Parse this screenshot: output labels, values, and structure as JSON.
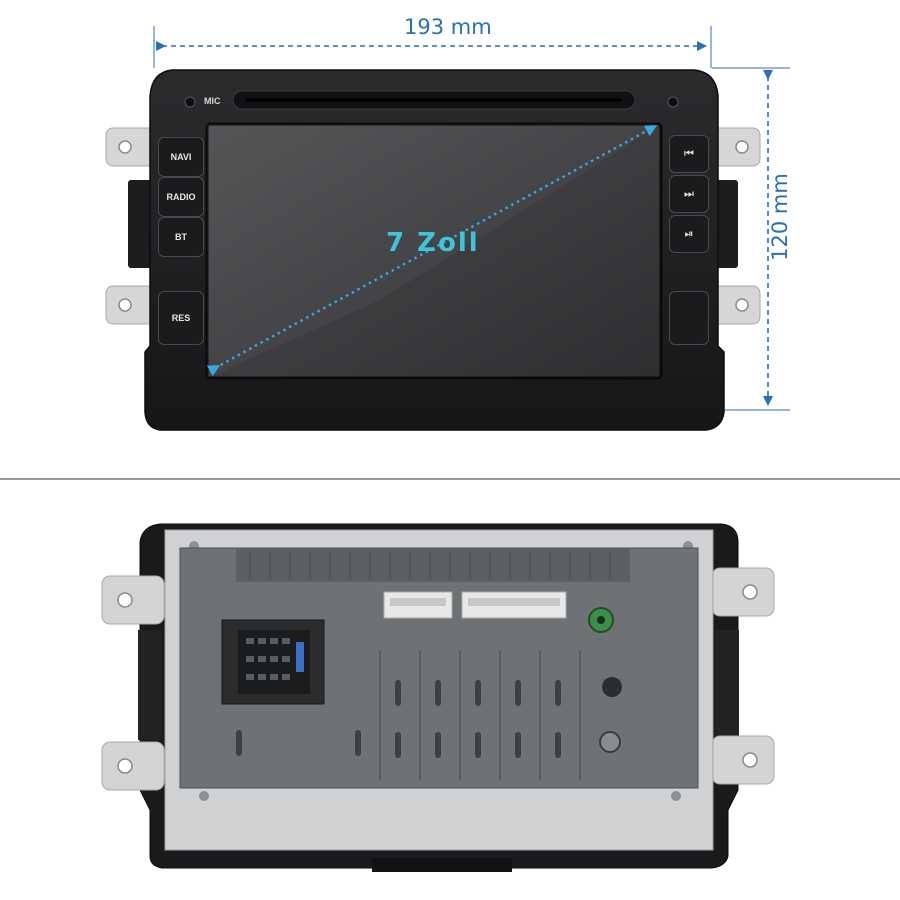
{
  "front": {
    "width_label": "193 mm",
    "height_label": "120 mm",
    "screen_label": "7 Zoll",
    "mic_label": "MIC",
    "left_buttons": [
      "NAVI",
      "RADIO",
      "BT"
    ],
    "res_button": "RES",
    "right_buttons": [
      "⏮",
      "⏭",
      "⏯"
    ]
  },
  "colors": {
    "dimension_arrow": "#2a6fb5",
    "screen_label": "#3ec5d8",
    "diagonal_arrow": "#3aa7e0",
    "divider": "#9a9a9a"
  }
}
